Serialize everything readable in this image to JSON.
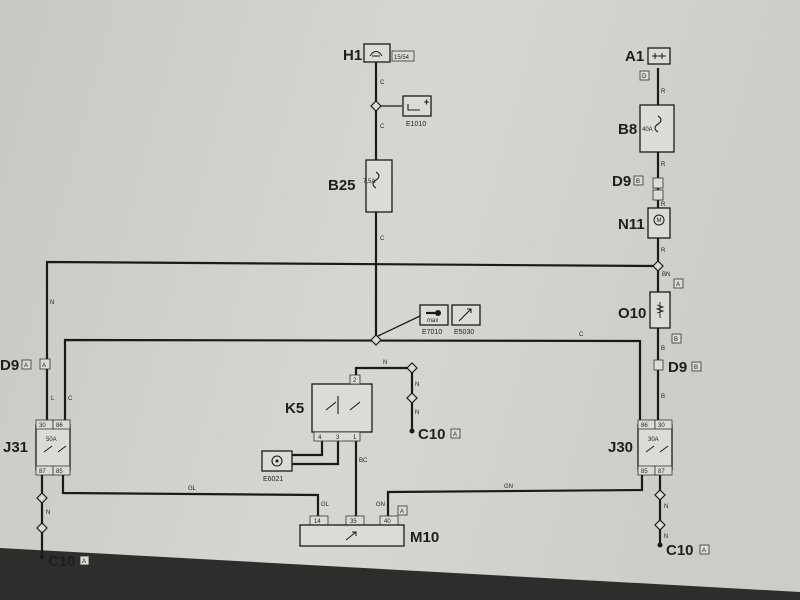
{
  "components": {
    "H1": "H1",
    "H1_tag": "15/54",
    "E1010": "E1010",
    "B25": "B25",
    "B25_rating": "7,5A",
    "A1": "A1",
    "A1_tag": "D",
    "B8": "B8",
    "B8_rating": "40A",
    "D9_right_top": "D9",
    "D9_right_top_tag": "B",
    "N11": "N11",
    "N11_symbol": "M",
    "O10": "O10",
    "O10_tag": "B",
    "D9_right_mid": "D9",
    "D9_right_mid_tag": "B",
    "E7010": "E7010",
    "E7010_text": "max",
    "E5030": "E5030",
    "K5": "K5",
    "C10_mid": "C10",
    "C10_mid_tag": "A",
    "E6021": "E6021",
    "J31": "J31",
    "J31_rating": "50A",
    "D9_left": "D9",
    "D9_left_tag": "A",
    "D9_left_tag2": "A",
    "J30": "J30",
    "J30_rating": "30A",
    "M10": "M10",
    "M10_tag": "A",
    "C10_left": "C10",
    "C10_left_tag": "A",
    "C10_right": "C10",
    "C10_right_tag": "A"
  },
  "wires": {
    "c1": "C",
    "c2": "C",
    "c3": "C",
    "c4": "C",
    "r1": "R",
    "r2": "R",
    "r3": "R",
    "r4": "R",
    "bn": "BN",
    "bn_tag": "A",
    "b1": "B",
    "b2": "B",
    "n1": "N",
    "n2": "N",
    "n3": "N",
    "n4": "N",
    "n5": "N",
    "n6": "N",
    "n7": "N",
    "l": "L",
    "c_j31": "C",
    "gl": "GL",
    "gl2": "GL",
    "bc": "BC",
    "gn": "GN",
    "gn2": "GN"
  },
  "pins": {
    "j31_30": "30",
    "j31_86": "86",
    "j31_87": "87",
    "j31_85": "85",
    "j30_86": "86",
    "j30_30": "30",
    "j30_85": "85",
    "j30_87": "87",
    "k5_2": "2",
    "k5_4": "4",
    "k5_3": "3",
    "k5_1": "1",
    "m10_14": "14",
    "m10_35": "35",
    "m10_40": "40"
  }
}
